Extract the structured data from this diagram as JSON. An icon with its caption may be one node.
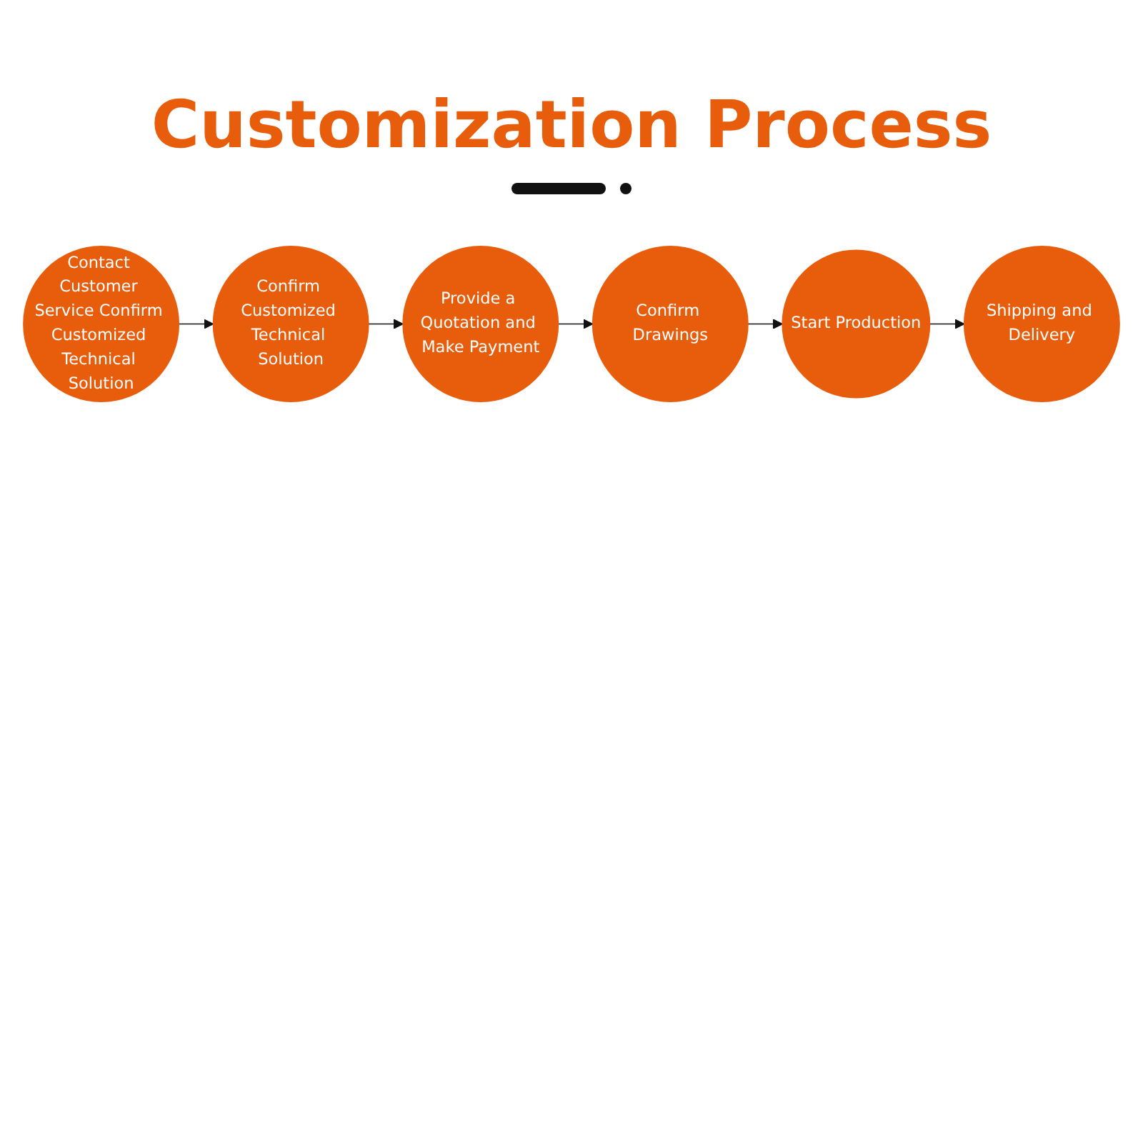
{
  "diagram": {
    "title": "Customization Process",
    "nodes": [
      {
        "text": [
          "Contact Customer Service Confirm Customized Technical Solution"
        ]
      },
      {
        "text": [
          "Confirm Customized Technical Solution"
        ]
      },
      {
        "text": [
          "Provide a Quotation and Make Payment"
        ]
      },
      {
        "text": [
          "Confirm Drawings"
        ]
      },
      {
        "text": [
          "Start Production"
        ]
      },
      {
        "text": [
          "Shipping and Delivery"
        ]
      }
    ],
    "edges": [
      {
        "from": 0,
        "to": 1,
        "arrow": "to"
      },
      {
        "from": 1,
        "to": 2,
        "arrow": "to"
      },
      {
        "from": 2,
        "to": 3,
        "arrow": "to"
      },
      {
        "from": 3,
        "to": 4,
        "arrow": "to"
      },
      {
        "from": 4,
        "to": 5,
        "arrow": "to"
      }
    ]
  }
}
